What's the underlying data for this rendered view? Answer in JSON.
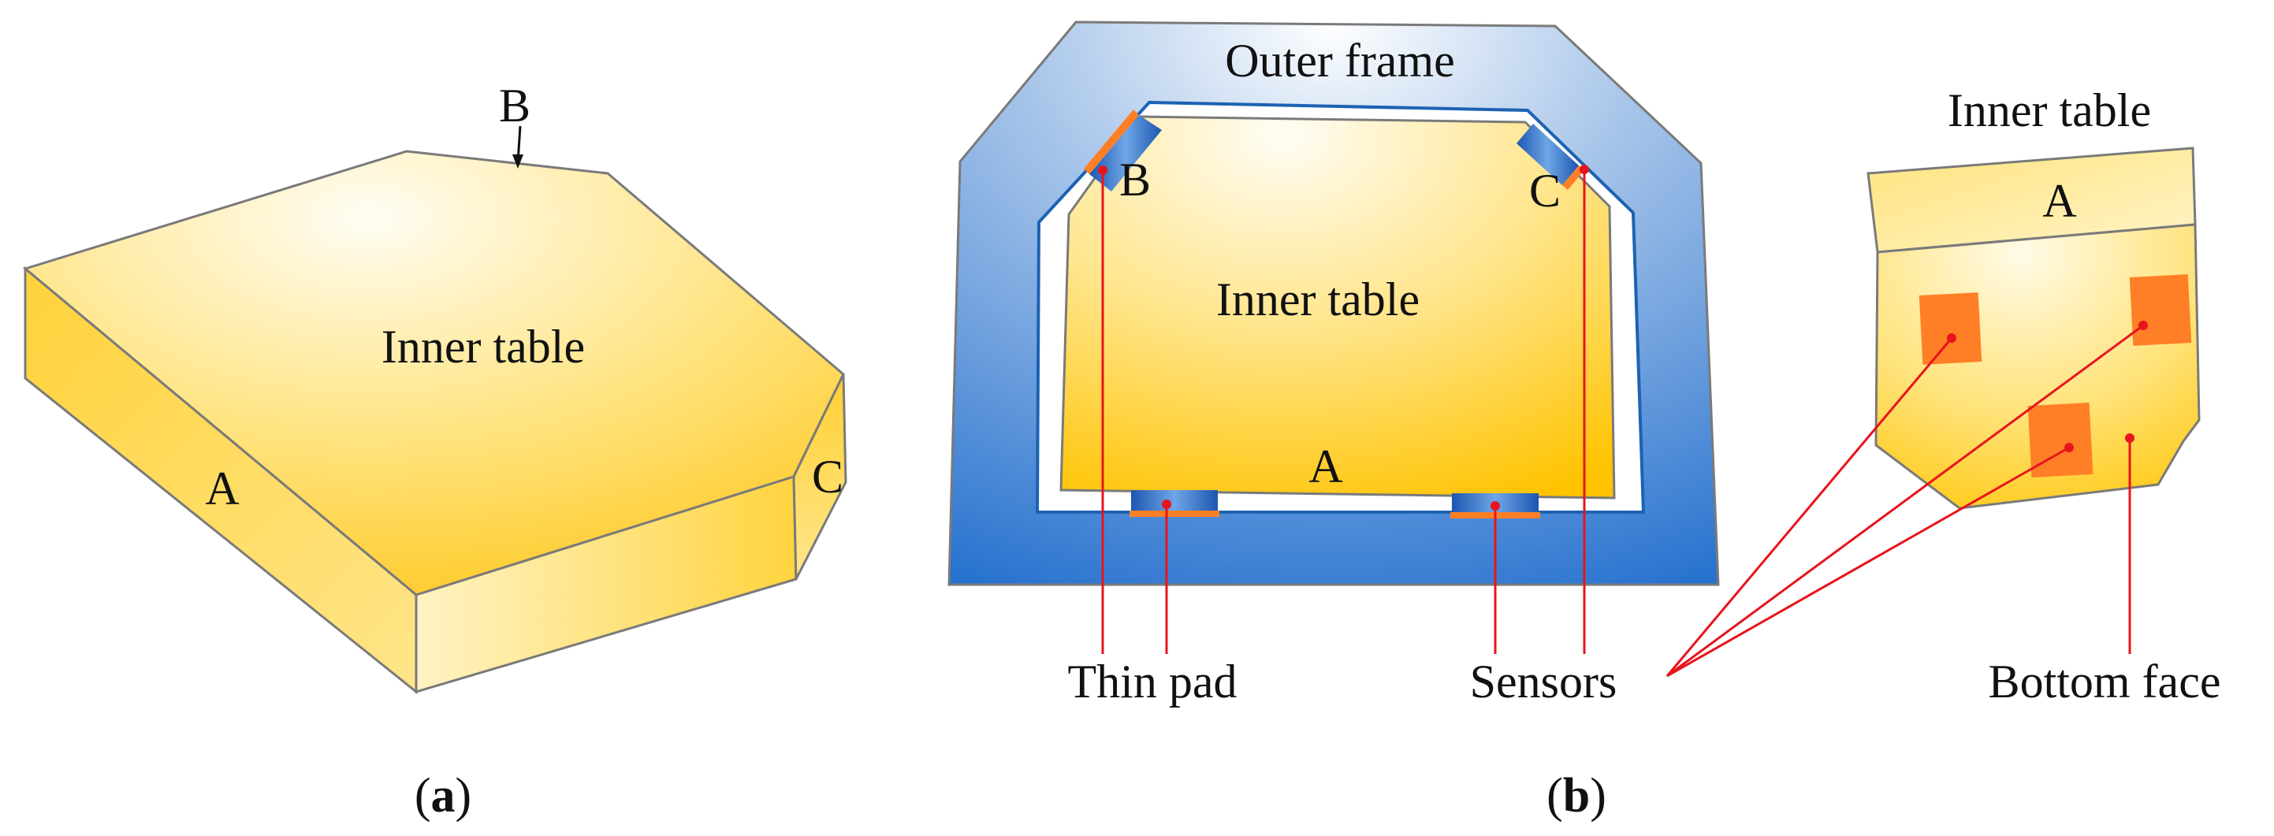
{
  "panel_a": {
    "label_top": "Inner table",
    "label_b": "B",
    "label_a": "A",
    "label_c": "C",
    "caption_letter": "a",
    "caption_open": "(",
    "caption_close": ")"
  },
  "panel_b": {
    "outer_frame": "Outer frame",
    "inner_table": "Inner table",
    "label_a": "A",
    "label_b": "B",
    "label_c": "C",
    "thin_pad": "Thin pad",
    "sensors": "Sensors",
    "caption_letter": "b",
    "caption_open": "(",
    "caption_close": ")"
  },
  "panel_bottom": {
    "title": "Inner table",
    "label_a": "A",
    "bottom_face": "Bottom face"
  },
  "colors": {
    "table_light": "#fffbea",
    "table_dark": "#ffc400",
    "frame_light": "#e8f0fa",
    "frame_dark": "#1f6fd0",
    "sensor_orange": "#ff7f27",
    "leader_red": "#e8141c"
  }
}
